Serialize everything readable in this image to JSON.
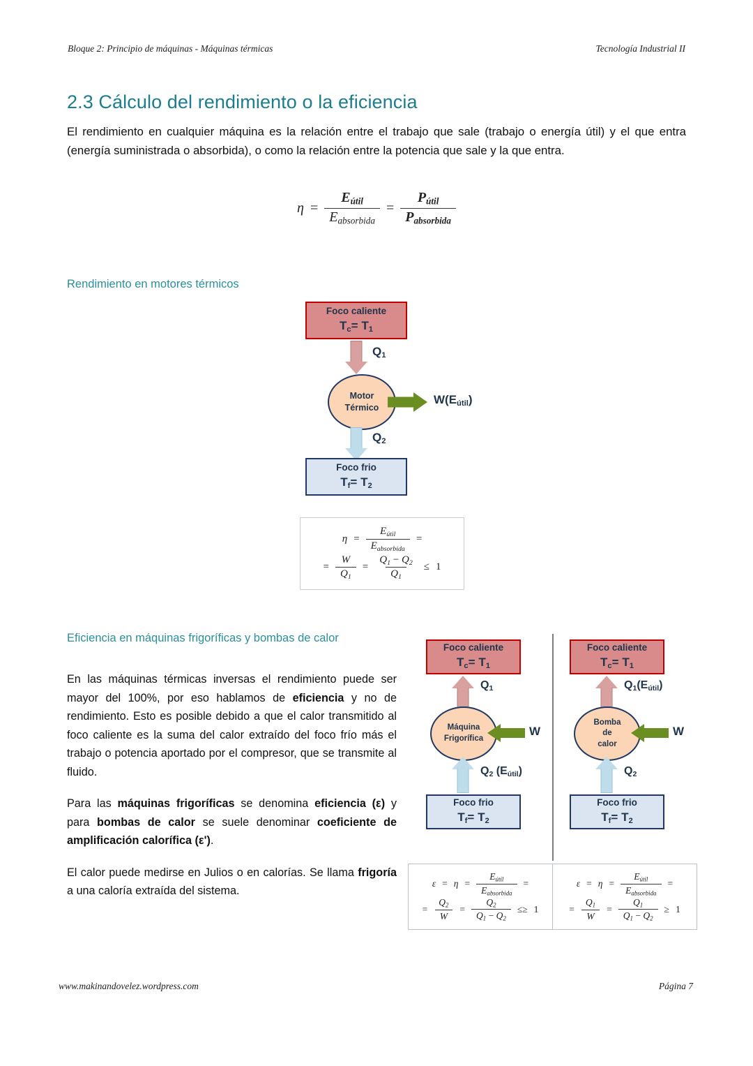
{
  "runhead": {
    "left": "Bloque 2: Principio de máquinas - Máquinas térmicas",
    "right": "Tecnología Industrial II"
  },
  "runfoot": {
    "left": "www.makinandovelez.wordpress.com",
    "right": "Página 7"
  },
  "section": {
    "title": "2.3 Cálculo del rendimiento o la eficiencia",
    "intro": "El rendimiento en cualquier máquina es la relación entre el trabajo que sale (trabajo o energía útil) y el que entra (energía suministrada o absorbida), o como la relación entre la potencia que sale y la que entra.",
    "subtitle_motores": "Rendimiento en motores térmicos",
    "subtitle_frigo": "Eficiencia en máquinas frigoríficas y bombas de calor"
  },
  "paragraphs": {
    "p1_a": "En las máquinas térmicas inversas el rendimiento puede ser mayor del 100%, por eso hablamos de ",
    "p1_b": "eficiencia",
    "p1_c": " y no de rendimiento. Esto es posible debido a que el calor transmitido al foco caliente es la suma del calor extraído del foco frío más el trabajo o potencia aportado por el compresor, que se transmite al fluido.",
    "p2_a": "Para las ",
    "p2_b": "máquinas frigoríficas",
    "p2_c": " se denomina ",
    "p2_d": "eficiencia (ε)",
    "p2_e": " y para ",
    "p2_f": "bombas de calor",
    "p2_g": " se suele denominar ",
    "p2_h": "coeficiente de amplificación calorífica (ε')",
    "p2_i": ".",
    "p3_a": "El calor puede medirse en Julios o en calorías. Se llama ",
    "p3_b": "frigoría",
    "p3_c": " a una caloría extraída del sistema."
  },
  "math": {
    "eta": "η",
    "eps": "ε",
    "eq": "=",
    "le": "≤",
    "ge": "≥",
    "lege": "≤≥",
    "one": "1",
    "E": "E",
    "P": "P",
    "W": "W",
    "Q": "Q",
    "util": "útil",
    "absorbida": "absorbida",
    "sub1": "1",
    "sub2": "2",
    "minus": "−"
  },
  "diagram_motor": {
    "hot_label": "Foco caliente",
    "hot_temp_t": "T",
    "hot_temp_sub": "c",
    "hot_temp_rest": "= T",
    "hot_temp_sub2": "1",
    "cold_label": "Foco frio",
    "cold_temp_t": "T",
    "cold_temp_sub": "f",
    "cold_temp_rest": "= T",
    "cold_temp_sub2": "2",
    "engine_line1": "Motor",
    "engine_line2": "Térmico",
    "q_in": "Q",
    "q_in_sub": "1",
    "q_out": "Q",
    "q_out_sub": "2",
    "work_label": "W(E",
    "work_sub": "útil",
    "work_close": ")"
  },
  "diagram_frigo": {
    "hot_label": "Foco caliente",
    "cold_label": "Foco frio",
    "engine_line1": "Máquina",
    "engine_line2": "Frigorífica",
    "q_up": "Q",
    "q_up_sub": "1",
    "q_low": "Q",
    "q_low_sub": "2",
    "q_low_extra": " (E",
    "q_low_extra_sub": "útil",
    "q_low_extra_close": ")",
    "work_label": "W"
  },
  "diagram_bomba": {
    "hot_label": "Foco caliente",
    "cold_label": "Foco frio",
    "engine_line1": "Bomba",
    "engine_line2": "de",
    "engine_line3": "calor",
    "q_up": "Q",
    "q_up_sub": "1",
    "q_up_extra": "(E",
    "q_up_extra_sub": "útil",
    "q_up_extra_close": ")",
    "q_low": "Q",
    "q_low_sub": "2",
    "work_label": "W"
  },
  "colors": {
    "heading": "#1c7d8e",
    "subheading": "#2a8f9b",
    "hot_fill": "#d98b8b",
    "hot_border": "#c00000",
    "cold_fill": "#dbe5f1",
    "cold_border": "#1f3864",
    "engine_fill": "#fbd5b5",
    "engine_border": "#1f3864",
    "work_arrow": "#6b8e23",
    "hot_arrow": "#d9a0a0",
    "cold_arrow": "#bfdcea"
  }
}
